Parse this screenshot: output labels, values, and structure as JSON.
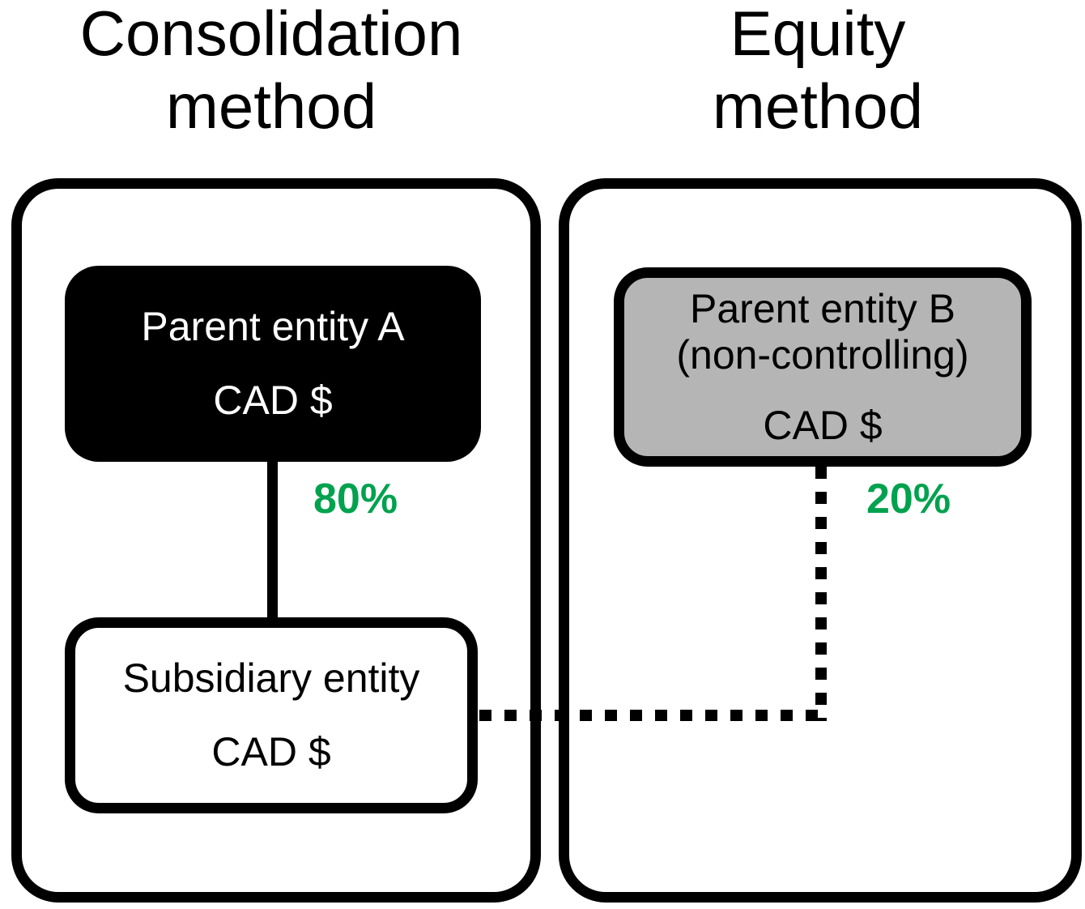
{
  "titles": {
    "left": "Consolidation\nmethod",
    "right": "Equity\nmethod"
  },
  "left_panel": {
    "parent_box": {
      "name_line": "Parent entity A",
      "currency_line": "CAD $"
    },
    "ownership_percentage": "80%",
    "subsidiary_box": {
      "name_line": "Subsidiary entity",
      "currency_line": "CAD $"
    }
  },
  "right_panel": {
    "parent_box": {
      "name_line": "Parent entity B",
      "qualifier_line": "(non-controlling)",
      "currency_line": "CAD $"
    },
    "ownership_percentage": "20%"
  },
  "colors": {
    "percentage_green": "#00a24e",
    "parent_a_fill": "#000000",
    "parent_a_text": "#ffffff",
    "parent_b_fill": "#b5b5b5",
    "line_and_border": "#000000",
    "background": "#ffffff"
  }
}
